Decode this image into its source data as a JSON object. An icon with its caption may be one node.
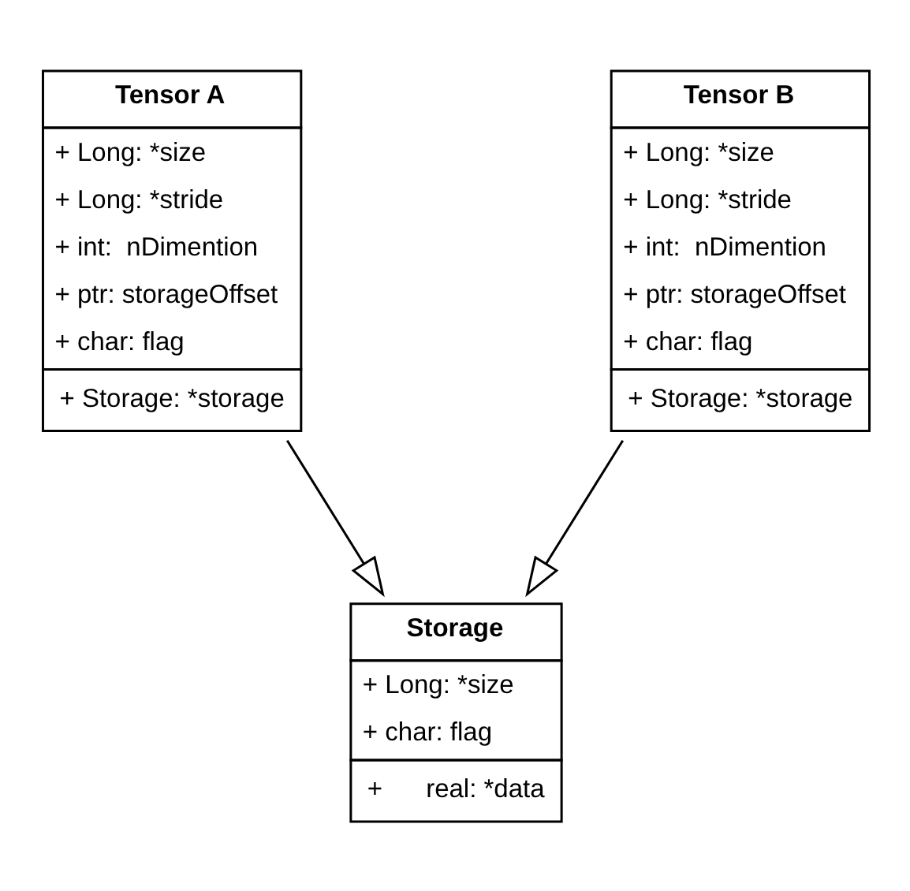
{
  "diagram": {
    "nodes": [
      {
        "text": [
          "Tensor A",
          "+ Long: *size",
          "+ Long: *stride",
          "+ int:  nDimention",
          "+ ptr: storageOffset",
          "+ char: flag",
          "+ Storage: *storage"
        ]
      },
      {
        "text": [
          "Tensor B",
          "+ Long: *size",
          "+ Long: *stride",
          "+ int:  nDimention",
          "+ ptr: storageOffset",
          "+ char: flag",
          "+ Storage: *storage"
        ]
      },
      {
        "text": [
          "Storage",
          "+ Long: *size",
          "+ char: flag",
          "+      real: *data"
        ]
      }
    ],
    "edges": [
      {
        "from": 0,
        "to": 2,
        "arrow": "to"
      },
      {
        "from": 1,
        "to": 2,
        "arrow": "to"
      }
    ]
  }
}
